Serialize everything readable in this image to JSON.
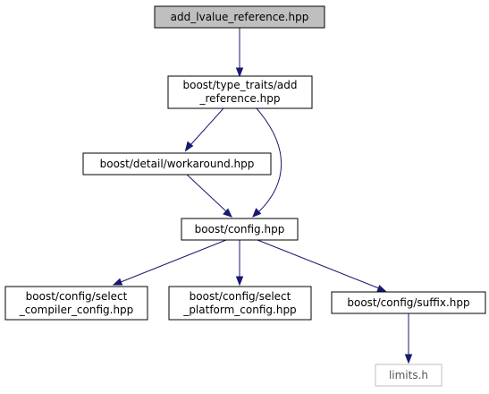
{
  "graph": {
    "edge_color": "#191970",
    "root_fill": "#bfbfbf",
    "node_fill": "#ffffff",
    "node_stroke": "#000000",
    "external_stroke": "#bfbfbf",
    "nodes": {
      "root": {
        "lines": [
          "add_lvalue_reference.hpp"
        ]
      },
      "add_reference": {
        "lines": [
          "boost/type_traits/add",
          "_reference.hpp"
        ]
      },
      "workaround": {
        "lines": [
          "boost/detail/workaround.hpp"
        ]
      },
      "config": {
        "lines": [
          "boost/config.hpp"
        ]
      },
      "select_compiler": {
        "lines": [
          "boost/config/select",
          "_compiler_config.hpp"
        ]
      },
      "select_platform": {
        "lines": [
          "boost/config/select",
          "_platform_config.hpp"
        ]
      },
      "suffix": {
        "lines": [
          "boost/config/suffix.hpp"
        ]
      },
      "limits": {
        "lines": [
          "limits.h"
        ]
      }
    }
  }
}
